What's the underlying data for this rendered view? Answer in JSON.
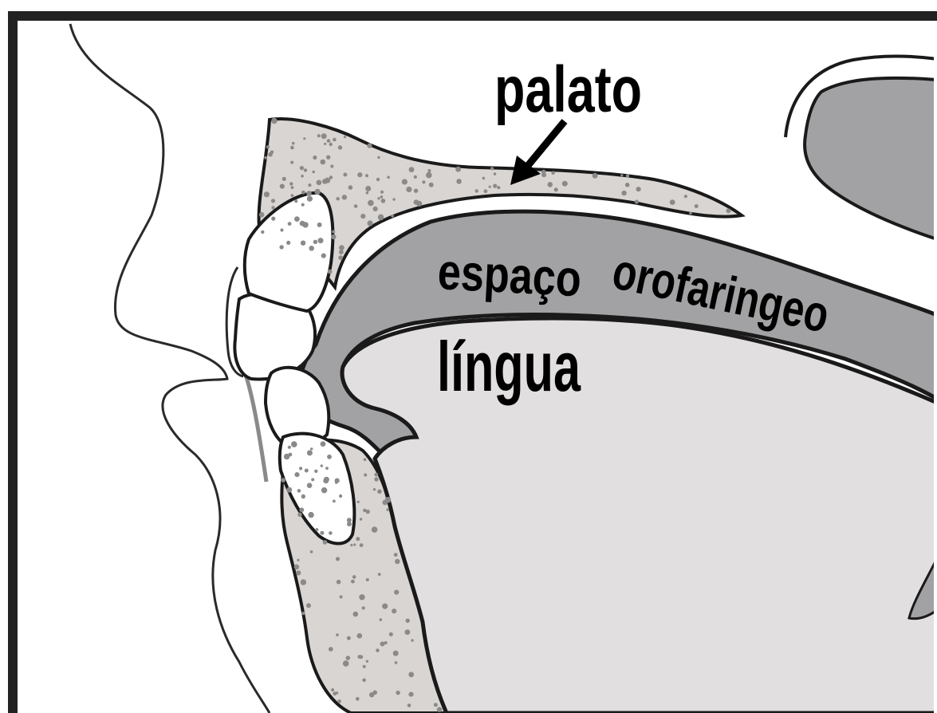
{
  "labels": {
    "palate": "palato",
    "oropharyngeal_space_word1": "espaço",
    "oropharyngeal_space_word2": "orofaringeo",
    "tongue": "língua"
  },
  "colors": {
    "frame": "#222222",
    "outline": "#1a1a1a",
    "bone": "#d8d5d3",
    "bone_dots": "#8c8a88",
    "airway": "#a2a2a4",
    "tongue": "#e2dfe1",
    "tooth": "#ffffff",
    "background": "#ffffff"
  }
}
